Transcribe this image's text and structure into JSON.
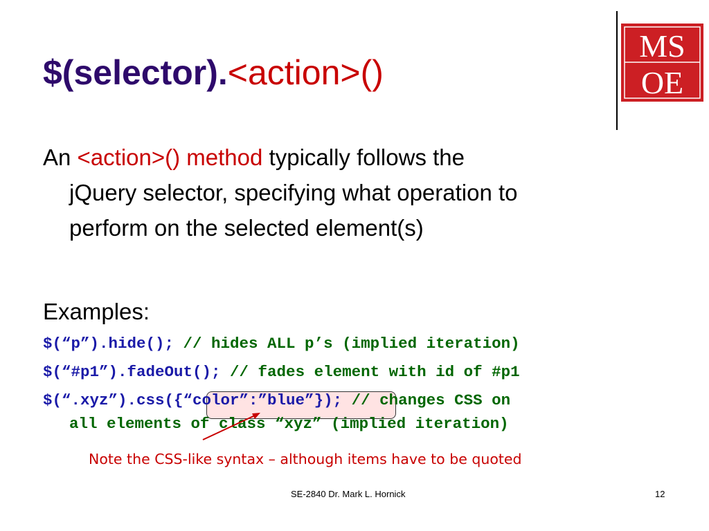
{
  "slide": {
    "title_prefix": "$(selector).",
    "title_action": "<action>()",
    "body": {
      "intro_an": "An ",
      "intro_method": "<action>() method",
      "intro_rest1": " typically follows the",
      "line2": "jQuery selector, specifying what operation to",
      "line3": "perform on the selected element(s)"
    },
    "examples_heading": "Examples:",
    "code": {
      "ex1_code": "$(“p”).hide();",
      "ex1_comment": " // hides ALL p’s (implied iteration)",
      "ex2_code": "$(“#p1”).fadeOut();",
      "ex2_comment": " // fades element with id of #p1",
      "ex3_code": "$(“.xyz”).css({“color”:”blue”});",
      "ex3_comment": " // changes CSS on",
      "ex3_cont": "all elements of class “xyz” (implied iteration)"
    },
    "note": "Note the CSS-like syntax – although items have to be quoted",
    "footer": {
      "center": "SE-2840 Dr. Mark L. Hornick",
      "page": "12"
    },
    "logo": {
      "text_top": "MS",
      "text_bottom": "OE",
      "color": "#cc1f24"
    },
    "colors": {
      "title": "#2e0a6b",
      "accent_red": "#c80000",
      "code_blue": "#1a1aa8",
      "comment_green": "#006600"
    }
  }
}
